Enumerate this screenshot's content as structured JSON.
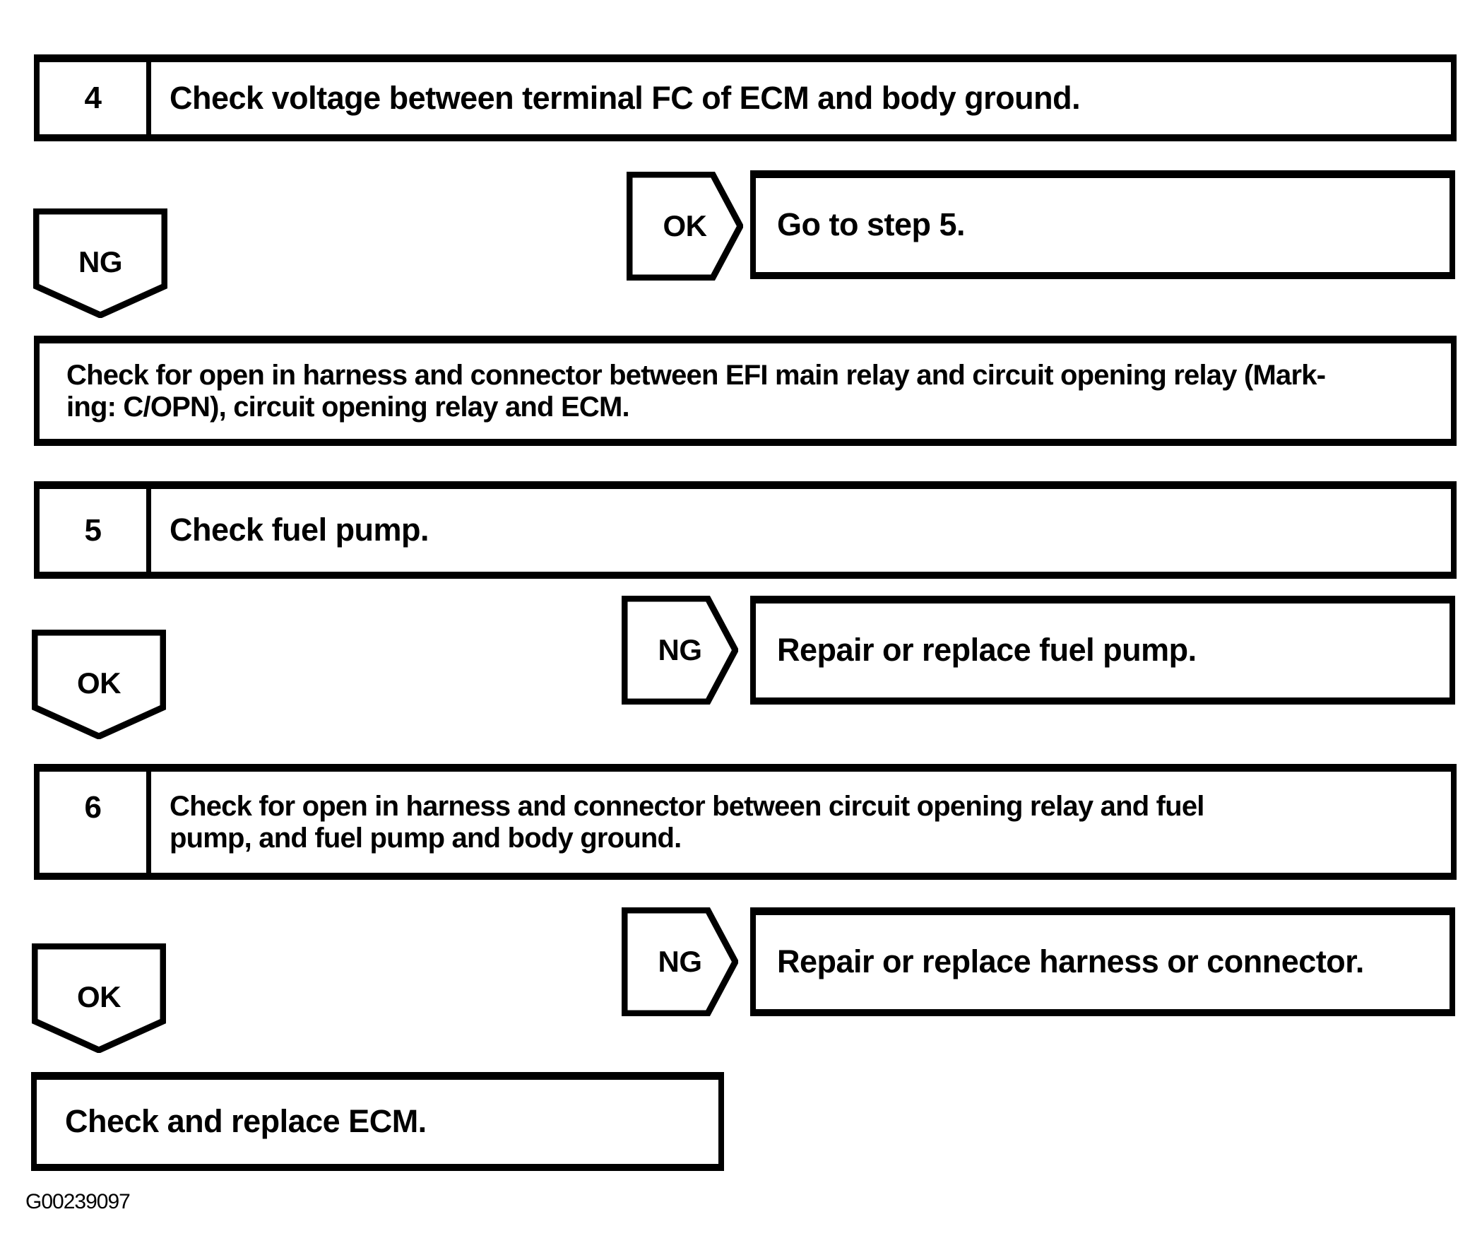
{
  "page": {
    "background": "#ffffff",
    "ink_color": "#000000"
  },
  "flow": {
    "step4": {
      "number": "4",
      "text": "Check voltage between terminal FC of ECM and body ground."
    },
    "ok_from_step4": {
      "label": "OK"
    },
    "go_to_step5": {
      "text": "Go to step 5."
    },
    "ng_from_step4": {
      "label": "NG"
    },
    "check_open_efi_relay": {
      "line1": "Check for open in harness and connector between EFI main relay and circuit opening relay (Mark-",
      "line2": "ing: C/OPN), circuit opening relay and ECM."
    },
    "step5": {
      "number": "5",
      "text": "Check fuel pump."
    },
    "ng_from_step5": {
      "label": "NG"
    },
    "repair_fuel_pump": {
      "text": "Repair or replace fuel pump."
    },
    "ok_from_step5": {
      "label": "OK"
    },
    "step6": {
      "number": "6",
      "line1": "Check for open in harness and connector between circuit opening relay and fuel",
      "line2": "pump, and fuel pump and body ground."
    },
    "ng_from_step6": {
      "label": "NG"
    },
    "repair_harness": {
      "text": "Repair or replace harness or connector."
    },
    "ok_from_step6": {
      "label": "OK"
    },
    "check_replace_ecm": {
      "text": "Check and replace ECM."
    }
  },
  "footer": {
    "figure_code": "G00239097"
  }
}
